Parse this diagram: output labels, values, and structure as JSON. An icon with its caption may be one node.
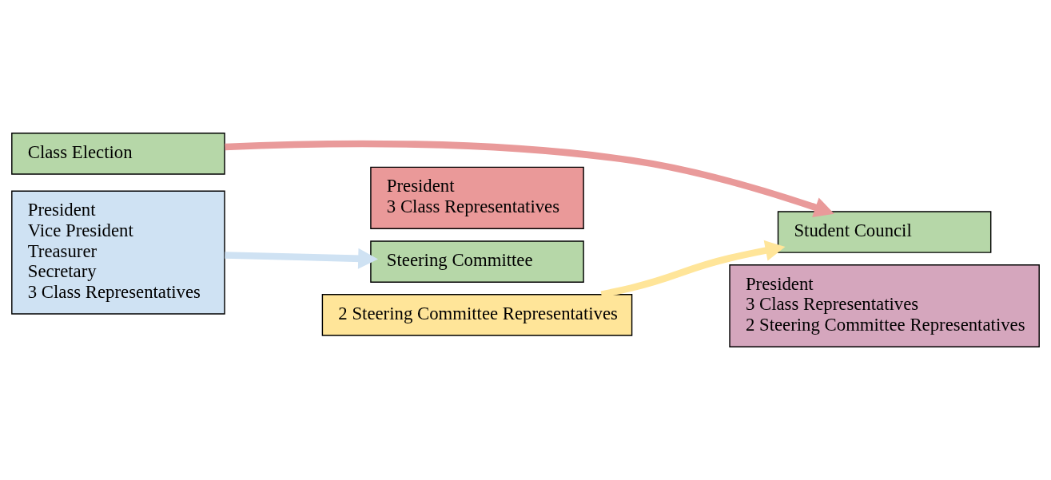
{
  "diagram": {
    "nodes": [
      {
        "text": [
          "Class Election"
        ]
      },
      {
        "text": [
          "President",
          "Vice President",
          "Treasurer",
          "Secretary",
          "3 Class Representatives"
        ]
      },
      {
        "text": [
          "President",
          "3 Class Representatives"
        ]
      },
      {
        "text": [
          "Steering Committee"
        ]
      },
      {
        "text": [
          "2 Steering Committee Representatives"
        ]
      },
      {
        "text": [
          "Student Council"
        ]
      },
      {
        "text": [
          "President",
          "3 Class Representatives",
          "2 Steering Committee Representatives"
        ]
      }
    ],
    "edges": [
      {
        "from": 0,
        "to": 5,
        "arrow": "to",
        "color": "#e99a9a"
      },
      {
        "from": 1,
        "to": 3,
        "arrow": "to",
        "color": "#cfe2f3"
      },
      {
        "from": 4,
        "to": 5,
        "arrow": "to",
        "color": "#ffe599"
      }
    ]
  }
}
